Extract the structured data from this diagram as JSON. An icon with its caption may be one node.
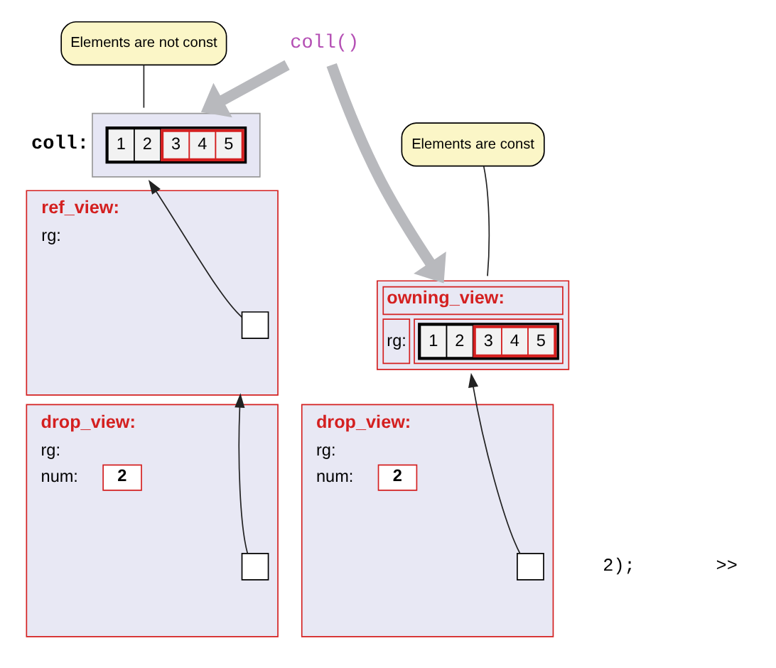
{
  "diagram": {
    "nodes": [
      {
        "text": [
          "coll:",
          "1",
          "2",
          "3",
          "4",
          "5"
        ]
      },
      {
        "text": [
          "coll()"
        ]
      },
      {
        "text": [
          "Elements are not const"
        ]
      },
      {
        "text": [
          "ref_view:",
          "rg:"
        ]
      },
      {
        "text": [],
        "shape": "box",
        "in": 3
      },
      {
        "text": [
          "owning_view:",
          "rg:",
          "1",
          "2",
          "3",
          "4",
          "5"
        ]
      },
      {
        "text": [
          "Elements are const"
        ]
      },
      {
        "text": [
          "drop_view:",
          "rg:",
          "num:",
          "2"
        ]
      },
      {
        "text": [],
        "shape": "box",
        "in": 7
      },
      {
        "text": [
          "drop_view:",
          "rg:",
          "num:",
          "2"
        ]
      },
      {
        "text": [],
        "shape": "box",
        "in": 9
      }
    ],
    "edges": [
      {
        "from": 1,
        "to": 0,
        "arrow": "to",
        "style": "thick",
        "color": "#b8b9bd"
      },
      {
        "from": 1,
        "to": 5,
        "arrow": "to",
        "style": "thick",
        "color": "#b8b9bd"
      },
      {
        "from": 2,
        "to": 0,
        "arrow": "none"
      },
      {
        "from": 6,
        "to": 5,
        "arrow": "none"
      },
      {
        "from": 4,
        "to": 0,
        "arrow": "to"
      },
      {
        "from": 8,
        "to": 3,
        "arrow": "to"
      },
      {
        "from": 10,
        "to": 5,
        "arrow": "to"
      }
    ],
    "labels": [
      "2);",
      ">>"
    ]
  }
}
